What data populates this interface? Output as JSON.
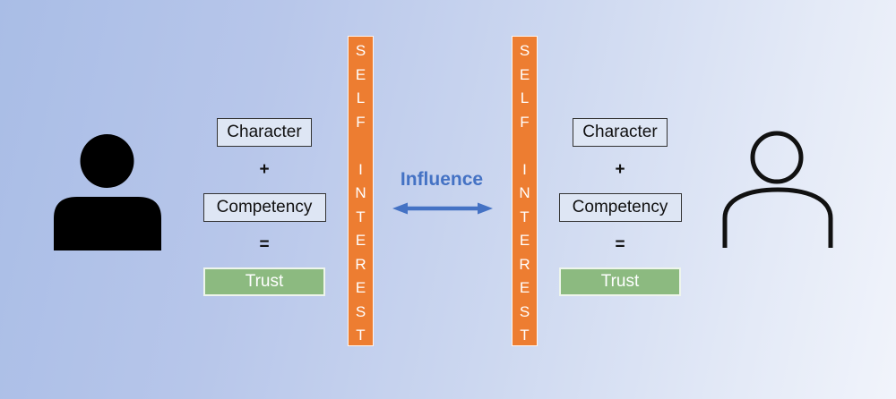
{
  "diagram": {
    "influence_label": "Influence",
    "self_interest_vertical": "S\nE\nL\nF\n\nI\nN\nT\nE\nR\nE\nS\nT",
    "formula": {
      "character": "Character",
      "plus": "+",
      "competency": "Competency",
      "equals": "=",
      "trust": "Trust"
    },
    "icons": {
      "left_person": "person-filled-icon",
      "right_person": "person-outline-icon",
      "center_arrow": "double-headed-arrow-icon"
    },
    "colors": {
      "bar_orange": "#ED7D31",
      "trust_green": "#8CBA80",
      "influence_blue": "#4472C4",
      "box_fill": "#DEE6F4"
    }
  }
}
